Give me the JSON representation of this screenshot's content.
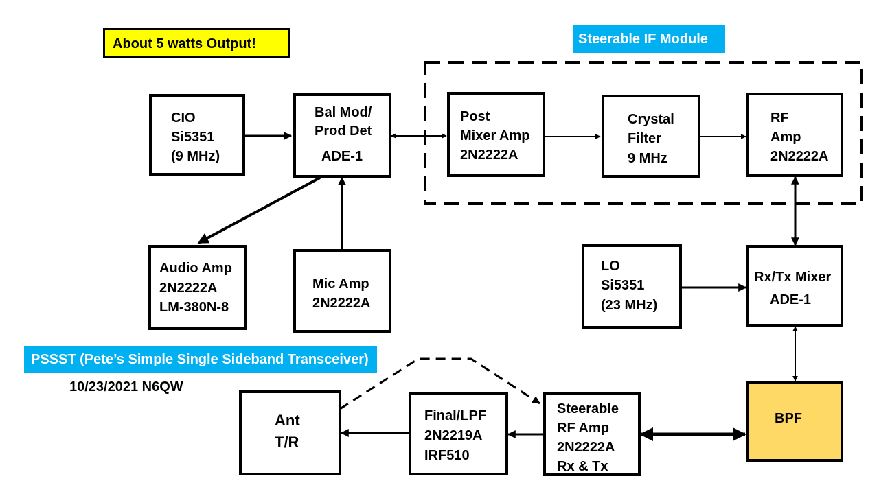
{
  "banners": {
    "output": "About 5 watts Output!",
    "module": "Steerable IF Module",
    "title": "PSSST (Pete’s Simple Single Sideband Transceiver)",
    "date": "10/23/2021 N6QW"
  },
  "blocks": {
    "cio": [
      "CIO",
      "Si5351",
      "(9 MHz)"
    ],
    "balmod": [
      "Bal Mod/",
      "Prod Det",
      "ADE-1"
    ],
    "postmix": [
      "Post",
      "Mixer Amp",
      "2N2222A"
    ],
    "crystal": [
      "Crystal",
      "Filter",
      "9 MHz"
    ],
    "rfamp": [
      "RF",
      "Amp",
      "2N2222A"
    ],
    "audio": [
      "Audio Amp",
      "2N2222A",
      "LM-380N-8"
    ],
    "mic": [
      "Mic Amp",
      "2N2222A"
    ],
    "lo": [
      "LO",
      "Si5351",
      "(23 MHz)"
    ],
    "rxtx": [
      "Rx/Tx Mixer",
      "ADE-1"
    ],
    "bpf": [
      "BPF"
    ],
    "ant": [
      "Ant",
      "T/R"
    ],
    "final": [
      "Final/LPF",
      "2N2219A",
      "IRF510"
    ],
    "steer": [
      "Steerable",
      "RF Amp",
      "2N2222A",
      "Rx & Tx"
    ]
  },
  "colors": {
    "output_banner_bg": "#ffff00",
    "module_banner_bg": "#00b0f0",
    "title_banner_bg": "#00b0f0",
    "bpf_fill": "#ffd966",
    "line": "#000000"
  }
}
